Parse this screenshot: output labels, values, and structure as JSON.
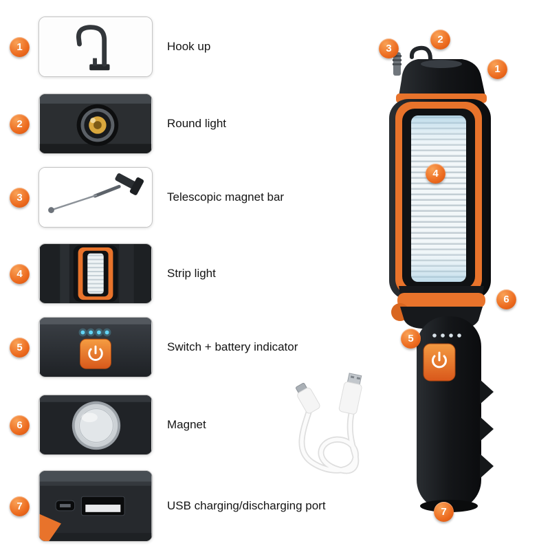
{
  "accent_color": "#ec6a1e",
  "body_color": "#17191c",
  "led_indicator_color": "#62d4f5",
  "features": [
    {
      "num": "1",
      "label": "Hook up"
    },
    {
      "num": "2",
      "label": "Round light"
    },
    {
      "num": "3",
      "label": "Telescopic magnet bar"
    },
    {
      "num": "4",
      "label": "Strip light"
    },
    {
      "num": "5",
      "label": "Switch + battery indicator"
    },
    {
      "num": "6",
      "label": "Magnet"
    },
    {
      "num": "7",
      "label": "USB charging/discharging port"
    }
  ],
  "callouts": [
    {
      "num": "1"
    },
    {
      "num": "2"
    },
    {
      "num": "3"
    },
    {
      "num": "4"
    },
    {
      "num": "5"
    },
    {
      "num": "6"
    },
    {
      "num": "7"
    }
  ]
}
